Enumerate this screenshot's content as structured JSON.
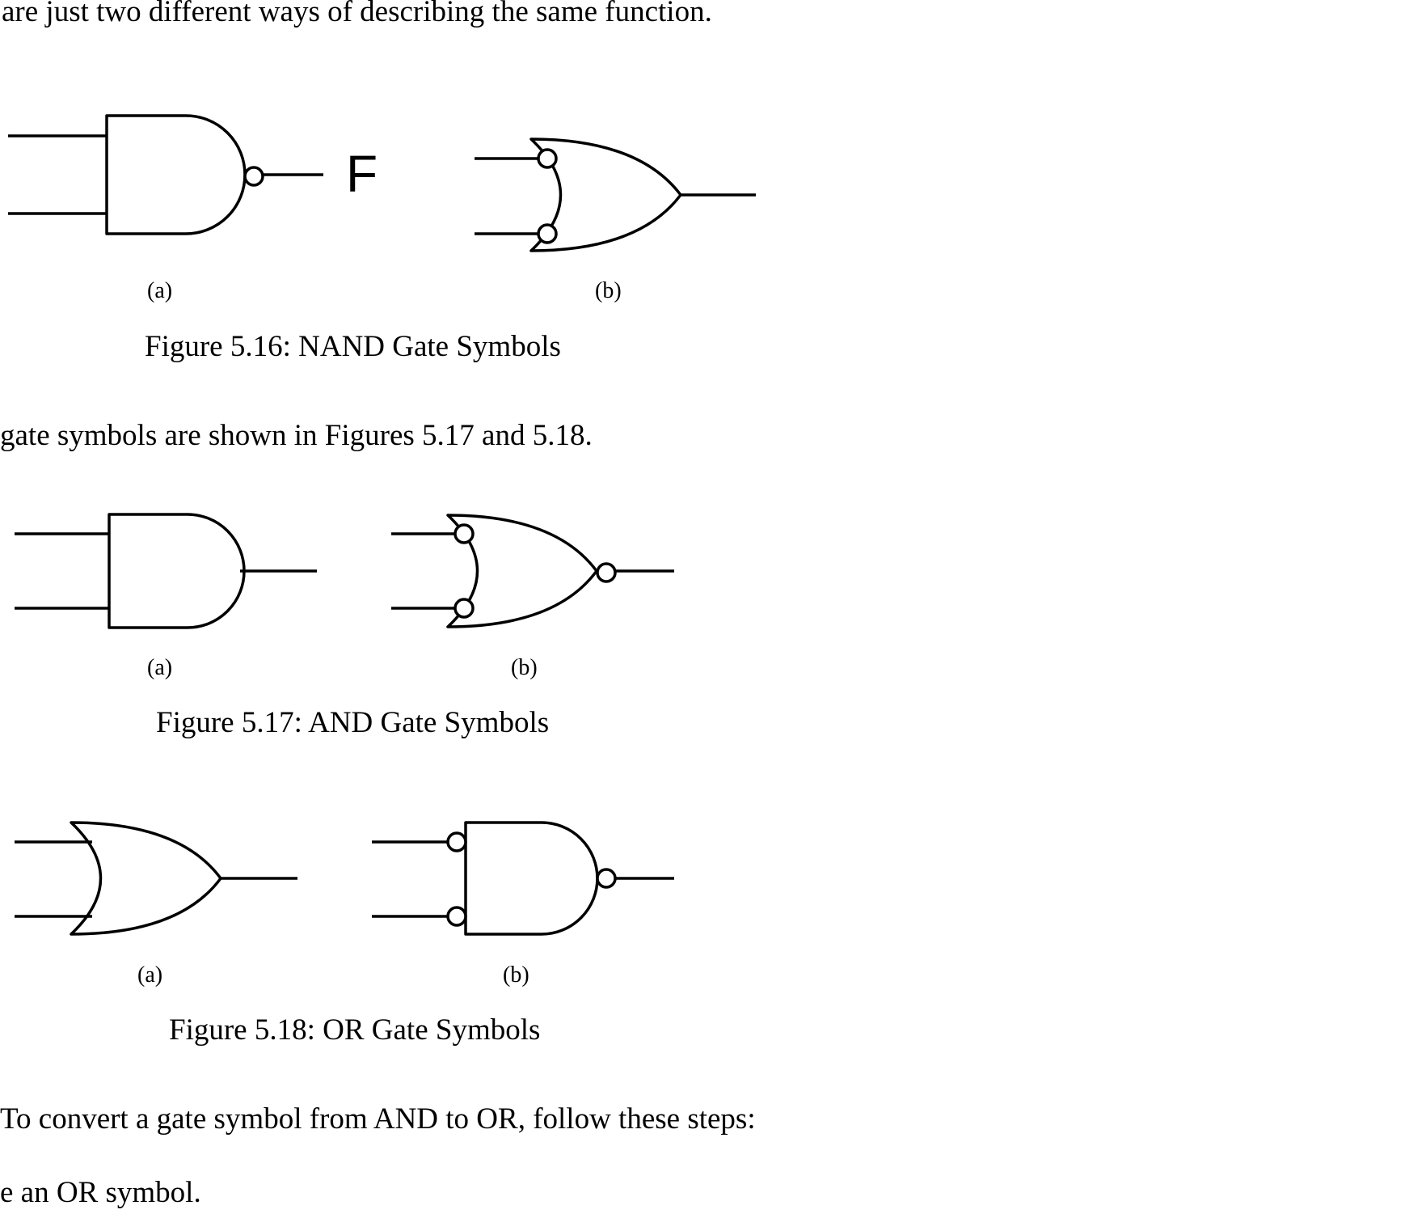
{
  "text": {
    "top_line": "are just two different ways of describing the same function.",
    "mid_line": "gate symbols are shown in Figures 5.17 and 5.18.",
    "bottom_line_1": "To convert a gate symbol from AND to OR, follow these steps:",
    "bottom_line_2": "e an OR symbol."
  },
  "figure_5_16": {
    "caption": "Figure 5.16: NAND Gate Symbols",
    "label_a": "(a)",
    "label_b": "(b)",
    "output_label": "F"
  },
  "figure_5_17": {
    "caption": "Figure 5.17: AND Gate Symbols",
    "label_a": "(a)",
    "label_b": "(b)"
  },
  "figure_5_18": {
    "caption": "Figure 5.18: OR Gate Symbols",
    "label_a": "(a)",
    "label_b": "(b)"
  }
}
